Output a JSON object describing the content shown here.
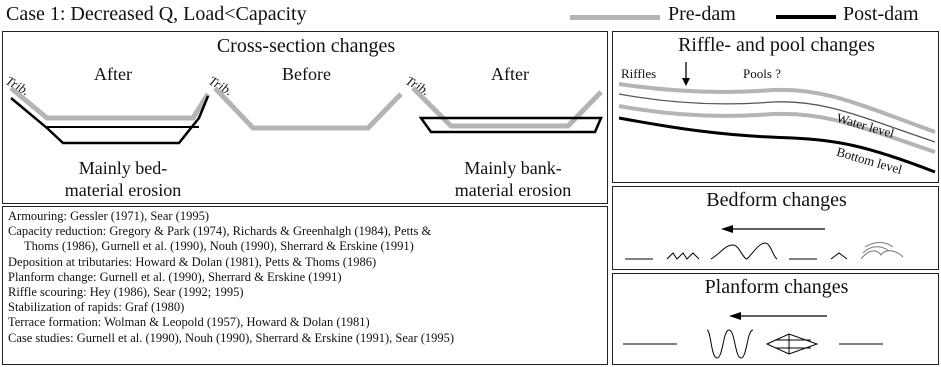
{
  "header": {
    "case_title": "Case 1: Decreased Q, Load<Capacity",
    "legend_pre": "Pre-dam",
    "legend_post": "Post-dam"
  },
  "cross_section": {
    "title": "Cross-section changes",
    "left_label": "After",
    "mid_label": "Before",
    "right_label": "After",
    "trib_label": "Trib.",
    "caption_left": [
      "Mainly bed-",
      "material erosion"
    ],
    "caption_right": [
      "Mainly bank-",
      "material erosion"
    ]
  },
  "riffle": {
    "title": "Riffle- and pool changes",
    "riffles_label": "Riffles",
    "pools_label": "Pools ?",
    "water_level": "Water level",
    "bottom_level": "Bottom level"
  },
  "bedform": {
    "title": "Bedform changes"
  },
  "planform": {
    "title": "Planform changes"
  },
  "references": [
    "Armouring: Gessler (1971), Sear (1995)",
    "Capacity reduction: Gregory & Park (1974), Richards & Greenhalgh (1984), Petts &",
    "Thoms (1986), Gurnell et al.  (1990), Nouh (1990), Sherrard & Erskine (1991)",
    "Deposition at tributaries: Howard & Dolan (1981), Petts & Thoms (1986)",
    "Planform change: Gurnell et al. (1990), Sherrard & Erskine (1991)",
    "Riffle scouring: Hey (1986), Sear (1992; 1995)",
    "Stabilization of rapids: Graf (1980)",
    "Terrace formation: Wolman & Leopold (1957), Howard & Dolan (1981)",
    "Case studies: Gurnell et al. (1990), Nouh (1990), Sherrard & Erskine (1991), Sear (1995)"
  ],
  "colors": {
    "pre_dam": "#b4b4b4",
    "post_dam": "#000000"
  }
}
